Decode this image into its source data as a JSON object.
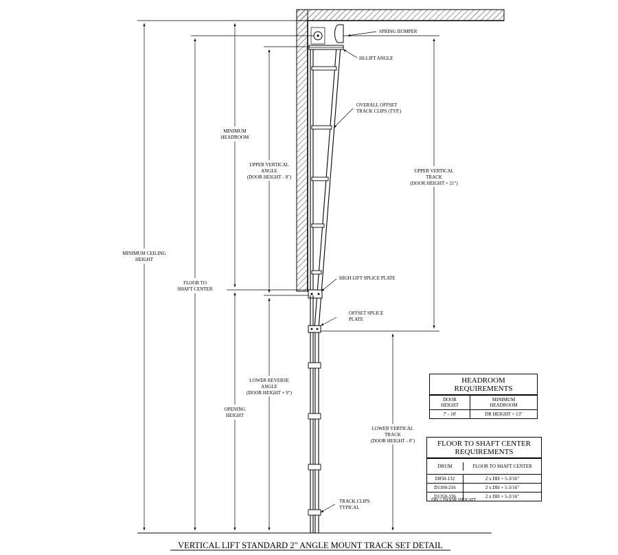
{
  "labels": {
    "spring_bumper": "SPRING BUMPER",
    "hi_lift_angle": "HI-LIFT ANGLE",
    "offset_track_clips": [
      "OVERALL OFFSET",
      "TRACK CLIPS (TYP.)"
    ],
    "minimum_headroom": [
      "MINIMUM",
      "HEADROOM"
    ],
    "upper_vertical_angle": [
      "UPPER VERTICAL",
      "ANGLE",
      "(DOOR HEIGHT - 9\")"
    ],
    "upper_vertical_track": [
      "UPPER VERTICAL",
      "TRACK",
      "(DOOR HEIGHT + 21\")"
    ],
    "minimum_ceiling_height": [
      "MINIMUM CEILING",
      "HEIGHT"
    ],
    "floor_to_shaft_center": [
      "FLOOR TO",
      "SHAFT CENTER"
    ],
    "high_lift_splice_plate": "HIGH LIFT SPLICE PLATE",
    "offset_splice_plate": [
      "OFFSET SPLICE",
      "PLATE"
    ],
    "lower_reverse_angle": [
      "LOWER REVERSE",
      "ANGLE",
      "(DOOR HEIGHT + 9\")"
    ],
    "opening_height": [
      "OPENING",
      "HEIGHT"
    ],
    "lower_vertical_track": [
      "LOWER VERTICAL",
      "TRACK",
      "(DOOR HEIGHT - 8\")"
    ],
    "track_clips_typical": [
      "TRACK CLIPS",
      "TYPICAL"
    ]
  },
  "headroom_table": {
    "title": [
      "HEADROOM",
      "REQUIREMENTS"
    ],
    "columns": [
      [
        "DOOR",
        "HEIGHT"
      ],
      [
        "MINIMUM",
        "HEADROOM"
      ]
    ],
    "rows": [
      [
        "7' - 18'",
        "DR HEIGHT + 13\""
      ]
    ]
  },
  "shaft_table": {
    "title": [
      "FLOOR TO SHAFT CENTER",
      "REQUIREMENTS"
    ],
    "columns": [
      "DRUM",
      "FLOOR TO SHAFT CENTER"
    ],
    "rows": [
      [
        "D850-132",
        "2 x DH + 5-3/16\""
      ],
      [
        "D1100-216",
        "2 x DH + 5-3/16\""
      ],
      [
        "D1350-336",
        "2 x DH + 5-3/16\""
      ]
    ],
    "note": "DH = DOOR HEIGHT"
  },
  "title": "VERTICAL LIFT STANDARD 2\" ANGLE MOUNT TRACK SET DETAIL"
}
